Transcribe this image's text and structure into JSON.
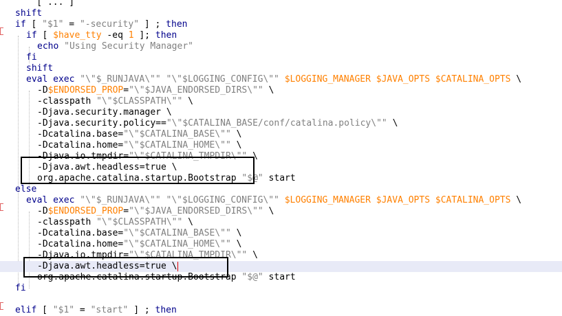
{
  "editor": {
    "lines": [
      {
        "indent": 0,
        "tokens": [
          {
            "t": "plain",
            "v": "    [ ... ]"
          }
        ]
      },
      {
        "indent": 0,
        "tokens": [
          {
            "t": "kw",
            "v": "shift"
          }
        ]
      },
      {
        "indent": 0,
        "tokens": [
          {
            "t": "kw",
            "v": "if"
          },
          {
            "t": "plain",
            "v": " [ "
          },
          {
            "t": "str",
            "v": "\"$1\""
          },
          {
            "t": "plain",
            "v": " = "
          },
          {
            "t": "str",
            "v": "\"-security\""
          },
          {
            "t": "plain",
            "v": " ] ; "
          },
          {
            "t": "kw",
            "v": "then"
          }
        ]
      },
      {
        "indent": 1,
        "tokens": [
          {
            "t": "kw",
            "v": "if"
          },
          {
            "t": "plain",
            "v": " [ "
          },
          {
            "t": "var",
            "v": "$have_tty"
          },
          {
            "t": "plain",
            "v": " -eq "
          },
          {
            "t": "var",
            "v": "1"
          },
          {
            "t": "plain",
            "v": " ]; "
          },
          {
            "t": "kw",
            "v": "then"
          }
        ]
      },
      {
        "indent": 2,
        "tokens": [
          {
            "t": "kw",
            "v": "echo"
          },
          {
            "t": "plain",
            "v": " "
          },
          {
            "t": "str",
            "v": "\"Using Security Manager\""
          }
        ]
      },
      {
        "indent": 1,
        "tokens": [
          {
            "t": "kw",
            "v": "fi"
          }
        ]
      },
      {
        "indent": 1,
        "tokens": [
          {
            "t": "kw",
            "v": "shift"
          }
        ]
      },
      {
        "indent": 1,
        "tokens": [
          {
            "t": "kw",
            "v": "eval exec"
          },
          {
            "t": "plain",
            "v": " "
          },
          {
            "t": "str",
            "v": "\"\\\"$_RUNJAVA\\\"\""
          },
          {
            "t": "plain",
            "v": " "
          },
          {
            "t": "str",
            "v": "\"\\\"$LOGGING_CONFIG\\\"\""
          },
          {
            "t": "plain",
            "v": " "
          },
          {
            "t": "var",
            "v": "$LOGGING_MANAGER $JAVA_OPTS $CATALINA_OPTS"
          },
          {
            "t": "plain",
            "v": " \\"
          }
        ]
      },
      {
        "indent": 2,
        "tokens": [
          {
            "t": "plain",
            "v": "-D"
          },
          {
            "t": "var",
            "v": "$ENDORSED_PROP"
          },
          {
            "t": "plain",
            "v": "="
          },
          {
            "t": "str",
            "v": "\"\\\"$JAVA_ENDORSED_DIRS\\\"\""
          },
          {
            "t": "plain",
            "v": " \\"
          }
        ]
      },
      {
        "indent": 2,
        "tokens": [
          {
            "t": "plain",
            "v": "-classpath "
          },
          {
            "t": "str",
            "v": "\"\\\"$CLASSPATH\\\"\""
          },
          {
            "t": "plain",
            "v": " \\"
          }
        ]
      },
      {
        "indent": 2,
        "tokens": [
          {
            "t": "plain",
            "v": "-Djava.security.manager \\"
          }
        ]
      },
      {
        "indent": 2,
        "tokens": [
          {
            "t": "plain",
            "v": "-Djava.security.policy=="
          },
          {
            "t": "str",
            "v": "\"\\\"$CATALINA_BASE/conf/catalina.policy\\\"\""
          },
          {
            "t": "plain",
            "v": " \\"
          }
        ]
      },
      {
        "indent": 2,
        "tokens": [
          {
            "t": "plain",
            "v": "-Dcatalina.base="
          },
          {
            "t": "str",
            "v": "\"\\\"$CATALINA_BASE\\\"\""
          },
          {
            "t": "plain",
            "v": " \\"
          }
        ]
      },
      {
        "indent": 2,
        "tokens": [
          {
            "t": "plain",
            "v": "-Dcatalina.home="
          },
          {
            "t": "str",
            "v": "\"\\\"$CATALINA_HOME\\\"\""
          },
          {
            "t": "plain",
            "v": " \\"
          }
        ]
      },
      {
        "indent": 2,
        "tokens": [
          {
            "t": "plain",
            "v": "-Djava.io.tmpdir="
          },
          {
            "t": "str",
            "v": "\"\\\"$CATALINA_TMPDIR\\\"\""
          },
          {
            "t": "plain",
            "v": " \\"
          }
        ]
      },
      {
        "indent": 2,
        "tokens": [
          {
            "t": "plain",
            "v": "-Djava.awt.headless=true \\"
          }
        ]
      },
      {
        "indent": 2,
        "tokens": [
          {
            "t": "plain",
            "v": "org.apache.catalina.startup.Bootstrap "
          },
          {
            "t": "str",
            "v": "\"$@\""
          },
          {
            "t": "plain",
            "v": " start"
          }
        ]
      },
      {
        "indent": 0,
        "tokens": [
          {
            "t": "kw",
            "v": "else"
          }
        ]
      },
      {
        "indent": 1,
        "tokens": [
          {
            "t": "kw",
            "v": "eval exec"
          },
          {
            "t": "plain",
            "v": " "
          },
          {
            "t": "str",
            "v": "\"\\\"$_RUNJAVA\\\"\""
          },
          {
            "t": "plain",
            "v": " "
          },
          {
            "t": "str",
            "v": "\"\\\"$LOGGING_CONFIG\\\"\""
          },
          {
            "t": "plain",
            "v": " "
          },
          {
            "t": "var",
            "v": "$LOGGING_MANAGER $JAVA_OPTS $CATALINA_OPTS"
          },
          {
            "t": "plain",
            "v": " \\"
          }
        ]
      },
      {
        "indent": 2,
        "tokens": [
          {
            "t": "plain",
            "v": "-D"
          },
          {
            "t": "var",
            "v": "$ENDORSED_PROP"
          },
          {
            "t": "plain",
            "v": "="
          },
          {
            "t": "str",
            "v": "\"\\\"$JAVA_ENDORSED_DIRS\\\"\""
          },
          {
            "t": "plain",
            "v": " \\"
          }
        ]
      },
      {
        "indent": 2,
        "tokens": [
          {
            "t": "plain",
            "v": "-classpath "
          },
          {
            "t": "str",
            "v": "\"\\\"$CLASSPATH\\\"\""
          },
          {
            "t": "plain",
            "v": " \\"
          }
        ]
      },
      {
        "indent": 2,
        "tokens": [
          {
            "t": "plain",
            "v": "-Dcatalina.base="
          },
          {
            "t": "str",
            "v": "\"\\\"$CATALINA_BASE\\\"\""
          },
          {
            "t": "plain",
            "v": " \\"
          }
        ]
      },
      {
        "indent": 2,
        "tokens": [
          {
            "t": "plain",
            "v": "-Dcatalina.home="
          },
          {
            "t": "str",
            "v": "\"\\\"$CATALINA_HOME\\\"\""
          },
          {
            "t": "plain",
            "v": " \\"
          }
        ]
      },
      {
        "indent": 2,
        "tokens": [
          {
            "t": "plain",
            "v": "-Djava.io.tmpdir="
          },
          {
            "t": "str",
            "v": "\"\\\"$CATALINA_TMPDIR\\\"\""
          },
          {
            "t": "plain",
            "v": " \\"
          }
        ]
      },
      {
        "indent": 2,
        "current": true,
        "caret": true,
        "tokens": [
          {
            "t": "plain",
            "v": "-Djava.awt.headless=true \\"
          }
        ]
      },
      {
        "indent": 2,
        "tokens": [
          {
            "t": "plain",
            "v": "org.apache.catalina.startup.Bootstrap "
          },
          {
            "t": "str",
            "v": "\"$@\""
          },
          {
            "t": "plain",
            "v": " start"
          }
        ]
      },
      {
        "indent": 0,
        "tokens": [
          {
            "t": "kw",
            "v": "fi"
          }
        ]
      },
      {
        "indent": 0,
        "tokens": []
      },
      {
        "indent": 0,
        "tokens": [
          {
            "t": "kw",
            "v": "elif"
          },
          {
            "t": "plain",
            "v": " [ "
          },
          {
            "t": "str",
            "v": "\"$1\""
          },
          {
            "t": "plain",
            "v": " = "
          },
          {
            "t": "str",
            "v": "\"start\""
          },
          {
            "t": "plain",
            "v": " ] ; "
          },
          {
            "t": "kw",
            "v": "then"
          }
        ]
      }
    ],
    "colors": {
      "keyword": "#00008b",
      "string": "#808080",
      "variable": "#ff8000",
      "current_line": "#e8eaf7",
      "highlight_box": "#000000"
    }
  }
}
